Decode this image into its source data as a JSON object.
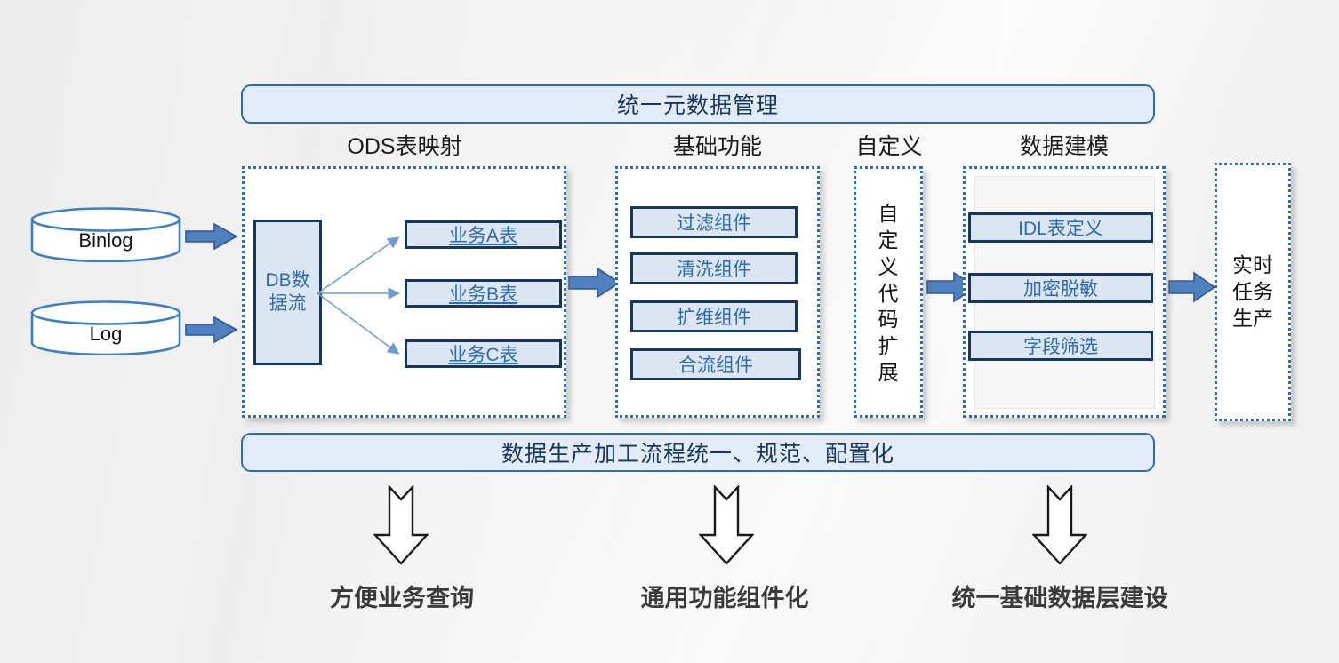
{
  "diagram": {
    "banners": {
      "top": "统一元数据管理",
      "bottom": "数据生产加工流程统一、规范、配置化"
    },
    "section_titles": [
      {
        "label": "ODS表映射"
      },
      {
        "label": "基础功能"
      },
      {
        "label": "自定义"
      },
      {
        "label": "数据建模"
      }
    ],
    "sources": [
      {
        "label": "Binlog",
        "icon": "database-cylinder-icon"
      },
      {
        "label": "Log",
        "icon": "database-cylinder-icon"
      }
    ],
    "ods": {
      "stream_box": "DB数\n据流",
      "stream_box_lines": [
        "DB数",
        "据流"
      ],
      "tables": [
        {
          "label": "业务A表"
        },
        {
          "label": "业务B表"
        },
        {
          "label": "业务C表"
        }
      ]
    },
    "basic_components": [
      {
        "label": "过滤组件"
      },
      {
        "label": "清洗组件"
      },
      {
        "label": "扩维组件"
      },
      {
        "label": "合流组件"
      }
    ],
    "custom": {
      "label_lines": [
        "自",
        "定",
        "义",
        "代",
        "码",
        "扩",
        "展"
      ]
    },
    "modeling": [
      {
        "label": "IDL表定义"
      },
      {
        "label": "加密脱敏"
      },
      {
        "label": "字段筛选"
      }
    ],
    "output": {
      "label_lines": [
        "实时",
        "任务",
        "生产"
      ]
    },
    "outcomes": [
      {
        "label": "方便业务查询",
        "icon": "down-arrow-icon"
      },
      {
        "label": "通用功能组件化",
        "icon": "down-arrow-icon"
      },
      {
        "label": "统一基础数据层建设",
        "icon": "down-arrow-icon"
      }
    ],
    "colors": {
      "banner_fill": "#e2ebf7",
      "banner_border": "#2e6cab",
      "banner_text": "#17365d",
      "box_fill": "#dce6f2",
      "box_border": "#17365d",
      "box_text": "#2e6cab",
      "panel_border": "#2e6cab",
      "arrow_fill": "#4e81bd",
      "arrow_border": "#31578f",
      "cylinder_stroke": "#3f7fbf",
      "outcome_text": "#3a3a3a",
      "background": "#f1f1f1"
    }
  }
}
